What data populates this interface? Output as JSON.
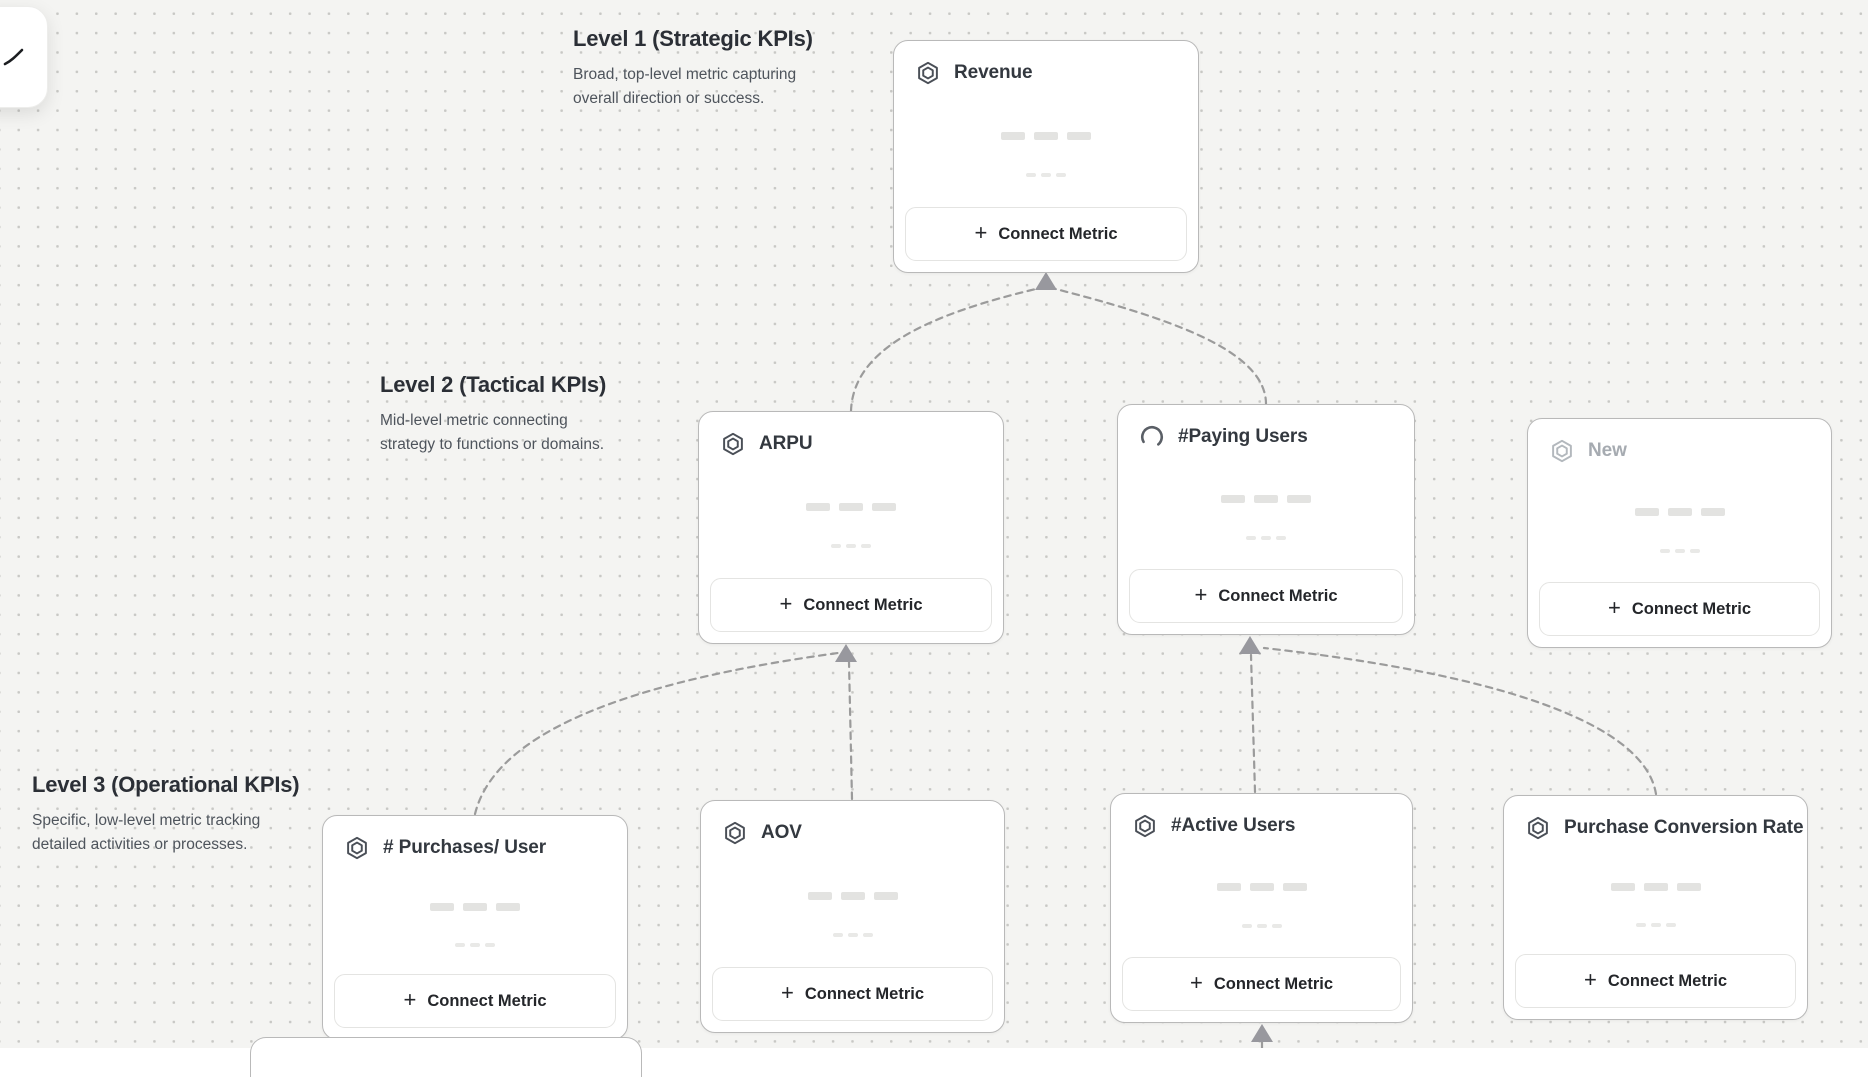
{
  "levels": {
    "level1": {
      "title": "Level 1 (Strategic KPIs)",
      "description": "Broad, top-level metric capturing overall direction or success."
    },
    "level2": {
      "title": "Level 2 (Tactical KPIs)",
      "description": "Mid-level metric connecting strategy to functions or domains."
    },
    "level3": {
      "title": "Level 3 (Operational KPIs)",
      "description": "Specific, low-level metric tracking detailed activities or processes."
    }
  },
  "cards": {
    "revenue": {
      "title": "Revenue",
      "icon": "hexagon-badge-icon",
      "state": "default",
      "connect_label": "Connect Metric"
    },
    "arpu": {
      "title": "ARPU",
      "icon": "hexagon-badge-icon",
      "state": "default",
      "connect_label": "Connect Metric"
    },
    "paying_users": {
      "title": "#Paying Users",
      "icon": "spinner-icon",
      "state": "loading",
      "connect_label": "Connect Metric"
    },
    "new": {
      "title": "New",
      "icon": "hexagon-badge-icon",
      "state": "draft",
      "connect_label": "Connect Metric"
    },
    "purchases_per_user": {
      "title": "# Purchases/ User",
      "icon": "hexagon-badge-icon",
      "state": "default",
      "connect_label": "Connect Metric"
    },
    "aov": {
      "title": "AOV",
      "icon": "hexagon-badge-icon",
      "state": "default",
      "connect_label": "Connect Metric"
    },
    "active_users": {
      "title": "#Active Users",
      "icon": "hexagon-badge-icon",
      "state": "default",
      "connect_label": "Connect Metric"
    },
    "purchase_conversion_rate": {
      "title": "Purchase Conversion Rate",
      "icon": "hexagon-badge-icon",
      "state": "default",
      "connect_label": "Connect Metric"
    }
  },
  "icons": {
    "plus": "+"
  },
  "colors": {
    "canvas_bg": "#f4f4f2",
    "dot_grid": "#c8c8c5",
    "card_border": "#b9b9b9",
    "connector": "#9b9b9b",
    "muted_text": "#a6abb1"
  }
}
